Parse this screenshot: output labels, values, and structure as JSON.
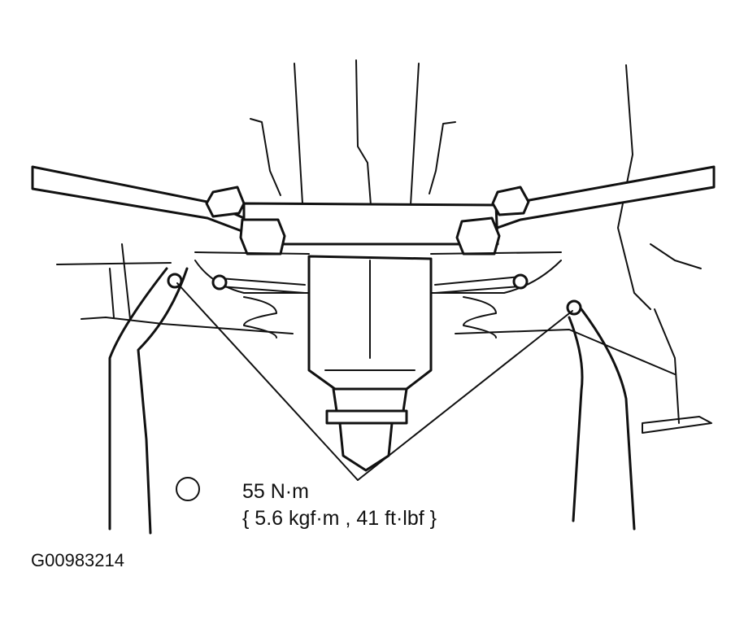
{
  "figure": {
    "figure_id": "G00983214",
    "torque": {
      "symbol_icon": "torque-circle-icon",
      "value": "55 N·m",
      "alt_units": "{ 5.6 kgf·m , 41 ft·lbf }"
    },
    "colors": {
      "line": "#111111",
      "background": "#ffffff"
    }
  }
}
